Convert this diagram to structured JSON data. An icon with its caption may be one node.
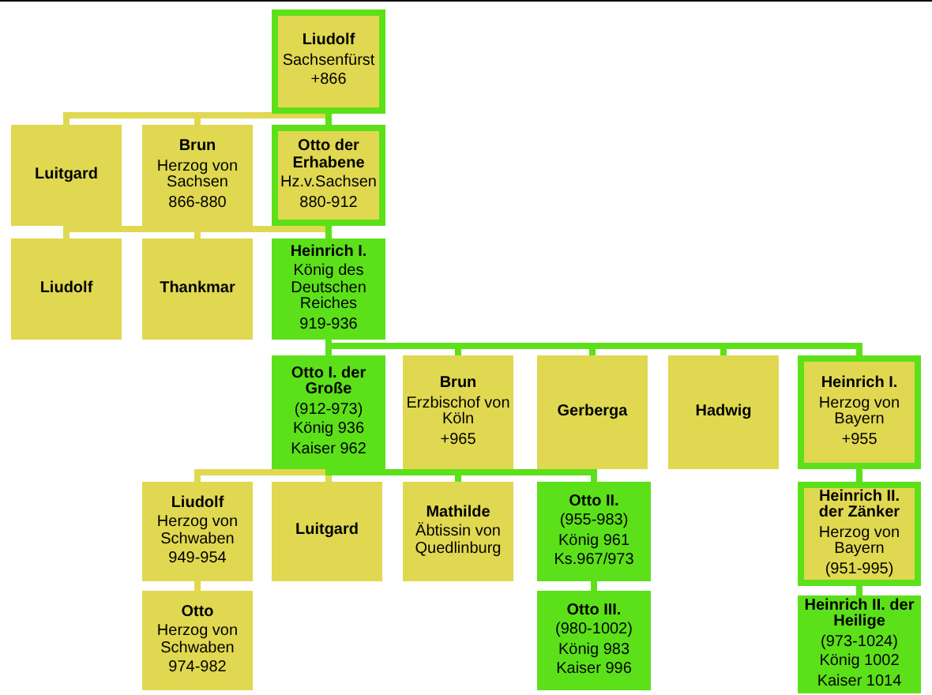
{
  "diagram": {
    "nodes": [
      {
        "text": [
          "Liudolf",
          "Sachsenfürst",
          "+866"
        ]
      },
      {
        "text": [
          "Luitgard"
        ]
      },
      {
        "text": [
          "Brun",
          "Herzog von Sachsen",
          "866-880"
        ]
      },
      {
        "text": [
          "Otto der Erhabene",
          "Hz.v.Sachsen",
          "880-912"
        ]
      },
      {
        "text": [
          "Liudolf"
        ]
      },
      {
        "text": [
          "Thankmar"
        ]
      },
      {
        "text": [
          "Heinrich I.",
          "König des Deutschen Reiches",
          "919-936"
        ]
      },
      {
        "text": [
          "Otto I. der Große",
          "(912-973)",
          "König 936",
          "Kaiser 962"
        ]
      },
      {
        "text": [
          "Brun",
          "Erzbischof von Köln",
          "+965"
        ]
      },
      {
        "text": [
          "Gerberga"
        ]
      },
      {
        "text": [
          "Hadwig"
        ]
      },
      {
        "text": [
          "Heinrich I.",
          "Herzog von Bayern",
          "+955"
        ]
      },
      {
        "text": [
          "Liudolf",
          "Herzog von Schwaben",
          "949-954"
        ]
      },
      {
        "text": [
          "Luitgard"
        ]
      },
      {
        "text": [
          "Mathilde",
          "Äbtissin von Quedlinburg"
        ]
      },
      {
        "text": [
          "Otto II.",
          "(955-983)",
          "König 961",
          "Ks.967/973"
        ]
      },
      {
        "text": [
          "Heinrich II. der Zänker",
          "Herzog von Bayern",
          "(951-995)"
        ]
      },
      {
        "text": [
          "Otto",
          "Herzog von Schwaben",
          "974-982"
        ]
      },
      {
        "text": [
          "Otto III.",
          "(980-1002)",
          "König 983",
          "Kaiser 996"
        ]
      },
      {
        "text": [
          "Heinrich II. der Heilige",
          "(973-1024)",
          "König 1002",
          "Kaiser 1014"
        ]
      }
    ],
    "edges": [
      {
        "from": 0,
        "to": 1,
        "arrow": "none",
        "color": "#e0d850"
      },
      {
        "from": 0,
        "to": 2,
        "arrow": "none",
        "color": "#e0d850"
      },
      {
        "from": 0,
        "to": 3,
        "arrow": "none"
      },
      {
        "from": 3,
        "to": 4,
        "arrow": "none",
        "color": "#e0d850"
      },
      {
        "from": 3,
        "to": 5,
        "arrow": "none",
        "color": "#e0d850"
      },
      {
        "from": 3,
        "to": 6,
        "arrow": "none"
      },
      {
        "from": 6,
        "to": 7,
        "arrow": "none"
      },
      {
        "from": 6,
        "to": 8,
        "arrow": "none"
      },
      {
        "from": 6,
        "to": 9,
        "arrow": "none"
      },
      {
        "from": 6,
        "to": 10,
        "arrow": "none"
      },
      {
        "from": 6,
        "to": 11,
        "arrow": "none"
      },
      {
        "from": 7,
        "to": 12,
        "arrow": "none",
        "color": "#e0d850"
      },
      {
        "from": 7,
        "to": 13,
        "arrow": "none",
        "color": "#e0d850"
      },
      {
        "from": 7,
        "to": 14,
        "arrow": "none"
      },
      {
        "from": 7,
        "to": 15,
        "arrow": "none"
      },
      {
        "from": 11,
        "to": 16,
        "arrow": "none"
      },
      {
        "from": 12,
        "to": 17,
        "arrow": "none",
        "color": "#e0d850"
      },
      {
        "from": 15,
        "to": 18,
        "arrow": "none"
      },
      {
        "from": 16,
        "to": 19,
        "arrow": "none"
      }
    ]
  }
}
